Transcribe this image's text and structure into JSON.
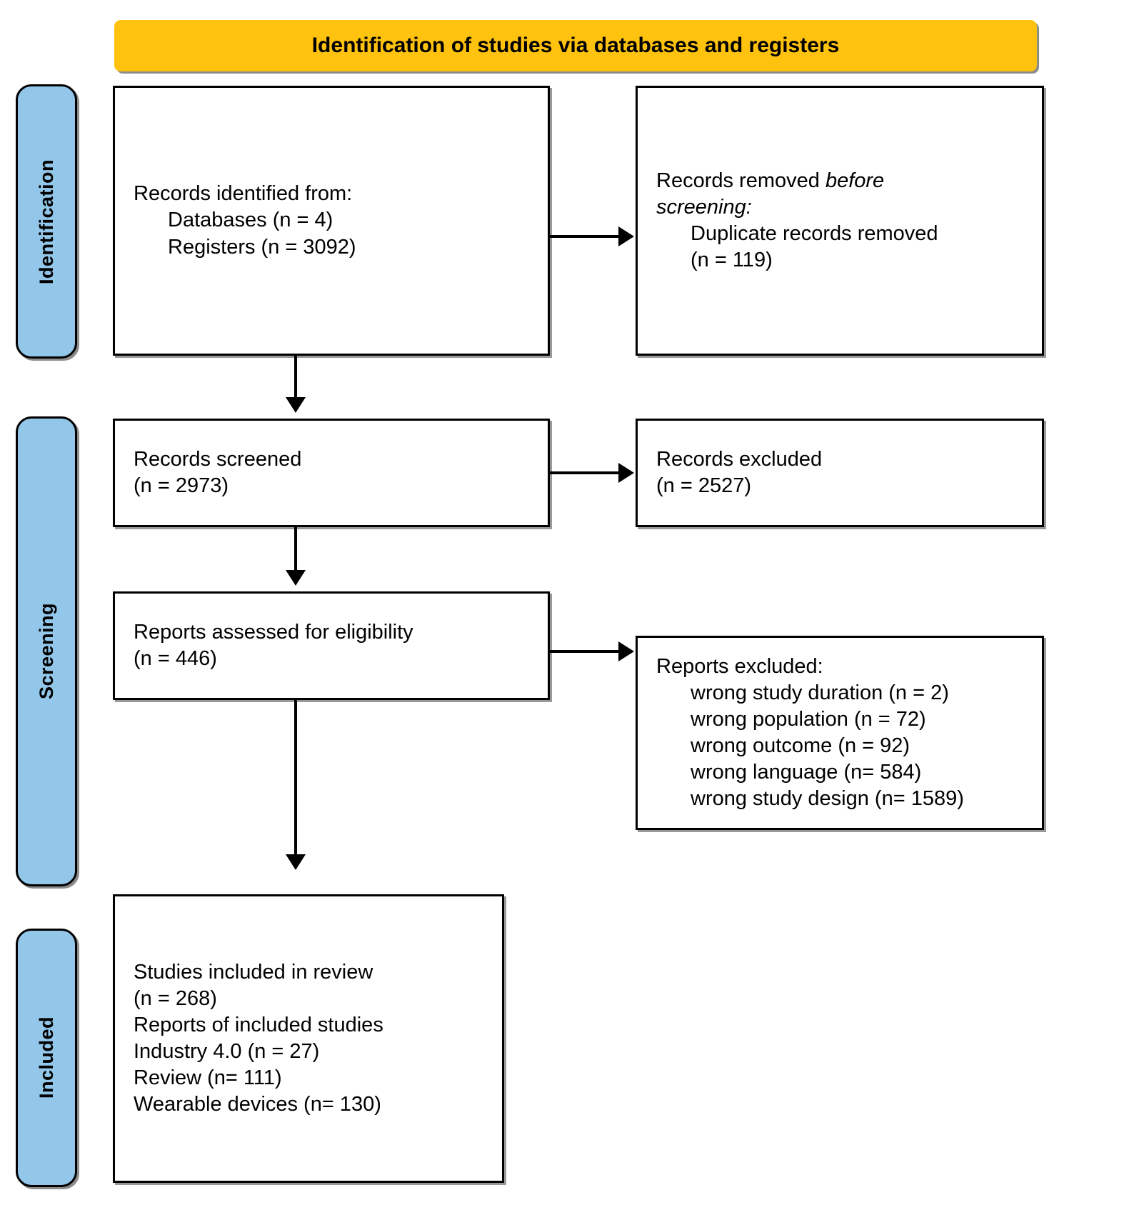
{
  "banner": {
    "title": "Identification of studies via databases and registers",
    "color": "#FFC20E"
  },
  "phases": [
    {
      "id": "identification",
      "label": "Identification",
      "color": "#93C7EA"
    },
    {
      "id": "screening",
      "label": "Screening",
      "color": "#93C7EA"
    },
    {
      "id": "included",
      "label": "Included",
      "color": "#93C7EA"
    }
  ],
  "boxes": {
    "records_identified": {
      "name": "Records identified from",
      "lines": [
        "Records identified from:",
        "Databases (n = 4)",
        "Registers (n = 3092)"
      ]
    },
    "records_removed": {
      "name": "Records removed before screening",
      "lines": [
        "Records removed before",
        "screening:",
        "Duplicate records removed",
        "(n = 119)"
      ]
    },
    "records_screened": {
      "name": "Records screened",
      "lines": [
        "Records screened",
        "(n = 2973)"
      ]
    },
    "records_excluded": {
      "name": "Records excluded",
      "lines": [
        "Records excluded",
        "(n = 2527)"
      ]
    },
    "reports_assessed": {
      "name": "Reports assessed for eligibility",
      "lines": [
        "Reports assessed for eligibility",
        "(n = 446)"
      ]
    },
    "reports_excluded": {
      "name": "Reports excluded",
      "lines": [
        "Reports excluded:",
        "wrong study duration (n = 2)",
        "wrong population (n = 72)",
        "wrong outcome (n = 92)",
        "wrong language (n= 584)",
        "wrong study design (n= 1589)"
      ]
    },
    "studies_included": {
      "name": "Studies included in review",
      "lines": [
        "Studies included in review",
        "(n = 268)",
        "Reports of included studies",
        "Industry 4.0 (n = 27)",
        "Review (n= 111)",
        "Wearable devices (n= 130)"
      ]
    }
  },
  "flow_data": {
    "type": "prisma-flow",
    "identified_databases": 4,
    "identified_registers": 3092,
    "duplicates_removed": 119,
    "records_screened": 2973,
    "records_excluded": 2527,
    "reports_assessed": 446,
    "reports_excluded": {
      "wrong_study_duration": 2,
      "wrong_population": 72,
      "wrong_outcome": 92,
      "wrong_language": 584,
      "wrong_study_design": 1589
    },
    "studies_included": 268,
    "reports_industry_40": 27,
    "reports_review": 111,
    "reports_wearable_devices": 130
  }
}
